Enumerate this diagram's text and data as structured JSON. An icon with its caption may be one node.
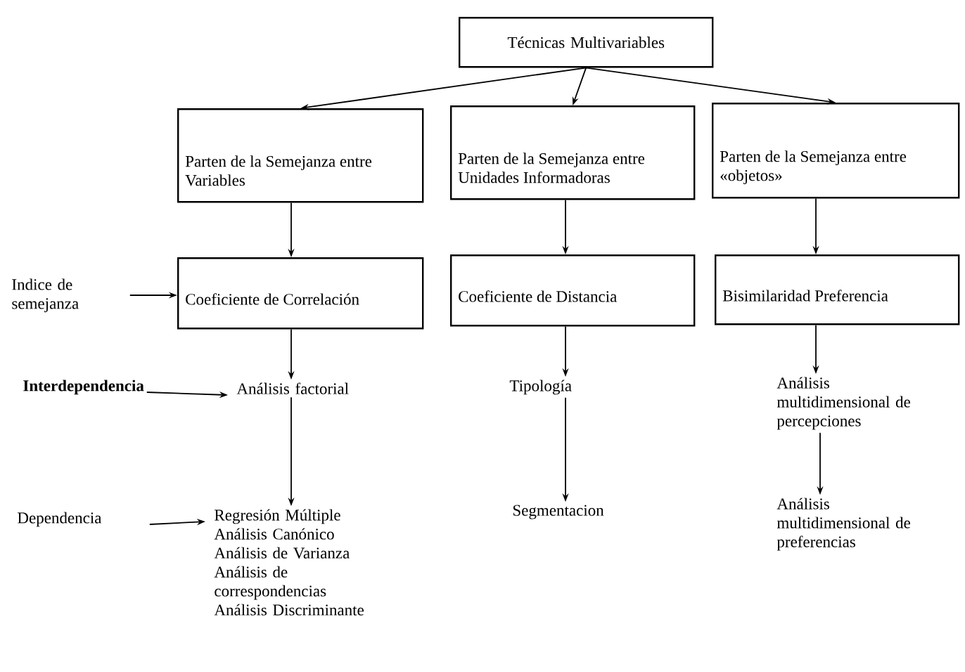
{
  "diagram": {
    "nodes": [
      {
        "text": [
          "Técnicas Multivariables"
        ]
      },
      {
        "text": [
          "Parten de la Semejanza entre Variables"
        ]
      },
      {
        "text": [
          "Parten de la Semejanza entre Unidades Informadoras"
        ]
      },
      {
        "text": [
          "Parten de la Semejanza entre «objetos»"
        ]
      },
      {
        "text": [
          "Indice de semejanza"
        ]
      },
      {
        "text": [
          "Coeficiente de Correlación"
        ]
      },
      {
        "text": [
          "Coeficiente de Distancia"
        ]
      },
      {
        "text": [
          "Bisimilaridad Preferencia"
        ]
      },
      {
        "text": [
          "Interdependencia"
        ]
      },
      {
        "text": [
          "Análisis factorial"
        ]
      },
      {
        "text": [
          "Tipología"
        ]
      },
      {
        "text": [
          "Análisis multidimensional de percepciones"
        ]
      },
      {
        "text": [
          "Dependencia"
        ]
      },
      {
        "text": [
          "Regresión Múltiple",
          "Análisis Canónico",
          "Análisis de Varianza",
          "Análisis de correspondencias",
          "Análisis Discriminante"
        ]
      },
      {
        "text": [
          "Segmentacion"
        ]
      },
      {
        "text": [
          "Análisis multidimensional de preferencias"
        ]
      }
    ],
    "edges": [
      {
        "from": 0,
        "to": 1,
        "arrow": "to"
      },
      {
        "from": 0,
        "to": 2,
        "arrow": "to"
      },
      {
        "from": 0,
        "to": 3,
        "arrow": "to"
      },
      {
        "from": 1,
        "to": 5,
        "arrow": "to"
      },
      {
        "from": 2,
        "to": 6,
        "arrow": "to"
      },
      {
        "from": 3,
        "to": 7,
        "arrow": "to"
      },
      {
        "from": 4,
        "to": 5,
        "arrow": "to"
      },
      {
        "from": 5,
        "to": 9,
        "arrow": "to"
      },
      {
        "from": 6,
        "to": 10,
        "arrow": "to"
      },
      {
        "from": 7,
        "to": 11,
        "arrow": "to"
      },
      {
        "from": 8,
        "to": 9,
        "arrow": "to"
      },
      {
        "from": 9,
        "to": 13,
        "arrow": "to"
      },
      {
        "from": 10,
        "to": 14,
        "arrow": "to"
      },
      {
        "from": 11,
        "to": 15,
        "arrow": "to"
      },
      {
        "from": 12,
        "to": 13,
        "arrow": "to"
      }
    ]
  }
}
